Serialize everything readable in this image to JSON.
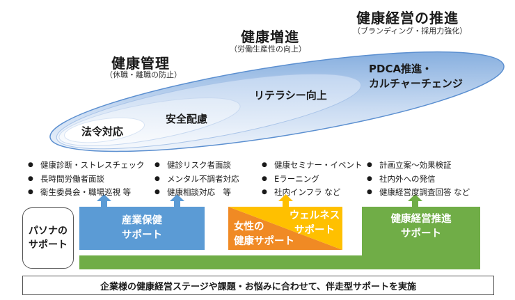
{
  "stages": {
    "management": {
      "title": "健康管理",
      "subtitle": "（休職・離職の防止）"
    },
    "promotion": {
      "title": "健康増進",
      "subtitle": "（労働生産性の向上）"
    },
    "keiei": {
      "title": "健康経営の推進",
      "subtitle": "（ブランディング・採用力強化）"
    }
  },
  "ellipse_labels": {
    "law": "法令対応",
    "safety": "安全配慮",
    "literacy": "リテラシー向上",
    "pdca_line1": "PDCA推進・",
    "pdca_line2": "カルチャーチェンジ"
  },
  "lists": {
    "industrial": [
      "健康診断・ストレスチェック",
      "長時間労働者面談",
      "衛生委員会・職場巡視 等"
    ],
    "consult": [
      "健診リスク者面談",
      "メンタル不調者対応",
      "健康相談対応　等"
    ],
    "wellness": [
      "健康セミナー・イベント",
      "Eラーニング",
      "社内インフラ など"
    ],
    "management": [
      "計画立案～効果検証",
      "社内外への発信",
      "健康経営度調査回答 など"
    ]
  },
  "supports": {
    "industrial": {
      "line1": "産業保健",
      "line2": "サポート"
    },
    "women": {
      "line1": "女性の",
      "line2": "健康サポート"
    },
    "wellness": {
      "line1": "ウェルネス",
      "line2": "サポート"
    },
    "management": {
      "line1": "健康経営推進",
      "line2": "サポート"
    }
  },
  "pasona": {
    "line1": "パソナの",
    "line2": "サポート"
  },
  "bottom_text": "企業様の健康経営ステージや課題・お悩みに合わせて、伴走型サポートを実施",
  "colors": {
    "ellipse_outer": "#8fb4e3",
    "ellipse_mid": "#c5d9f1",
    "ellipse_inner": "#e4edf8",
    "blue_box": "#5b9bd5",
    "arrow_blue": "#5b9bd5",
    "orange": "#f08a24",
    "yellow": "#ffc000",
    "green": "#70ad47"
  }
}
